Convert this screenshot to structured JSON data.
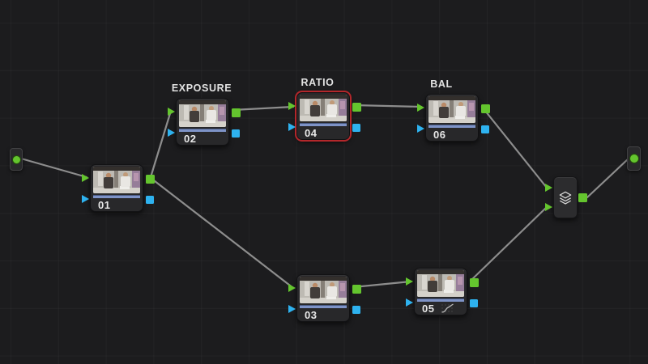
{
  "graph": {
    "kind": "color-node-graph",
    "nodes": [
      {
        "number": "01",
        "title": "",
        "selected": false
      },
      {
        "number": "02",
        "title": "EXPOSURE",
        "selected": false
      },
      {
        "number": "03",
        "title": "",
        "selected": false
      },
      {
        "number": "04",
        "title": "RATIO",
        "selected": true
      },
      {
        "number": "05",
        "title": "",
        "selected": false,
        "badge": "custom-curve-icon"
      },
      {
        "number": "06",
        "title": "BAL",
        "selected": false
      }
    ],
    "mixer": {
      "icon": "layer-mixer-icon"
    },
    "terminals": [
      {
        "role": "source",
        "icon": "green-dot"
      },
      {
        "role": "output",
        "icon": "green-dot"
      }
    ],
    "connection_count": 9
  },
  "colors": {
    "rgb_port": "#64c52e",
    "key_port": "#2eb2ef",
    "selection_outline": "#b3272b",
    "clip_color_bar": "#7e93c7",
    "connection_line": "#8d8d8d",
    "background": "#1c1c1e"
  }
}
